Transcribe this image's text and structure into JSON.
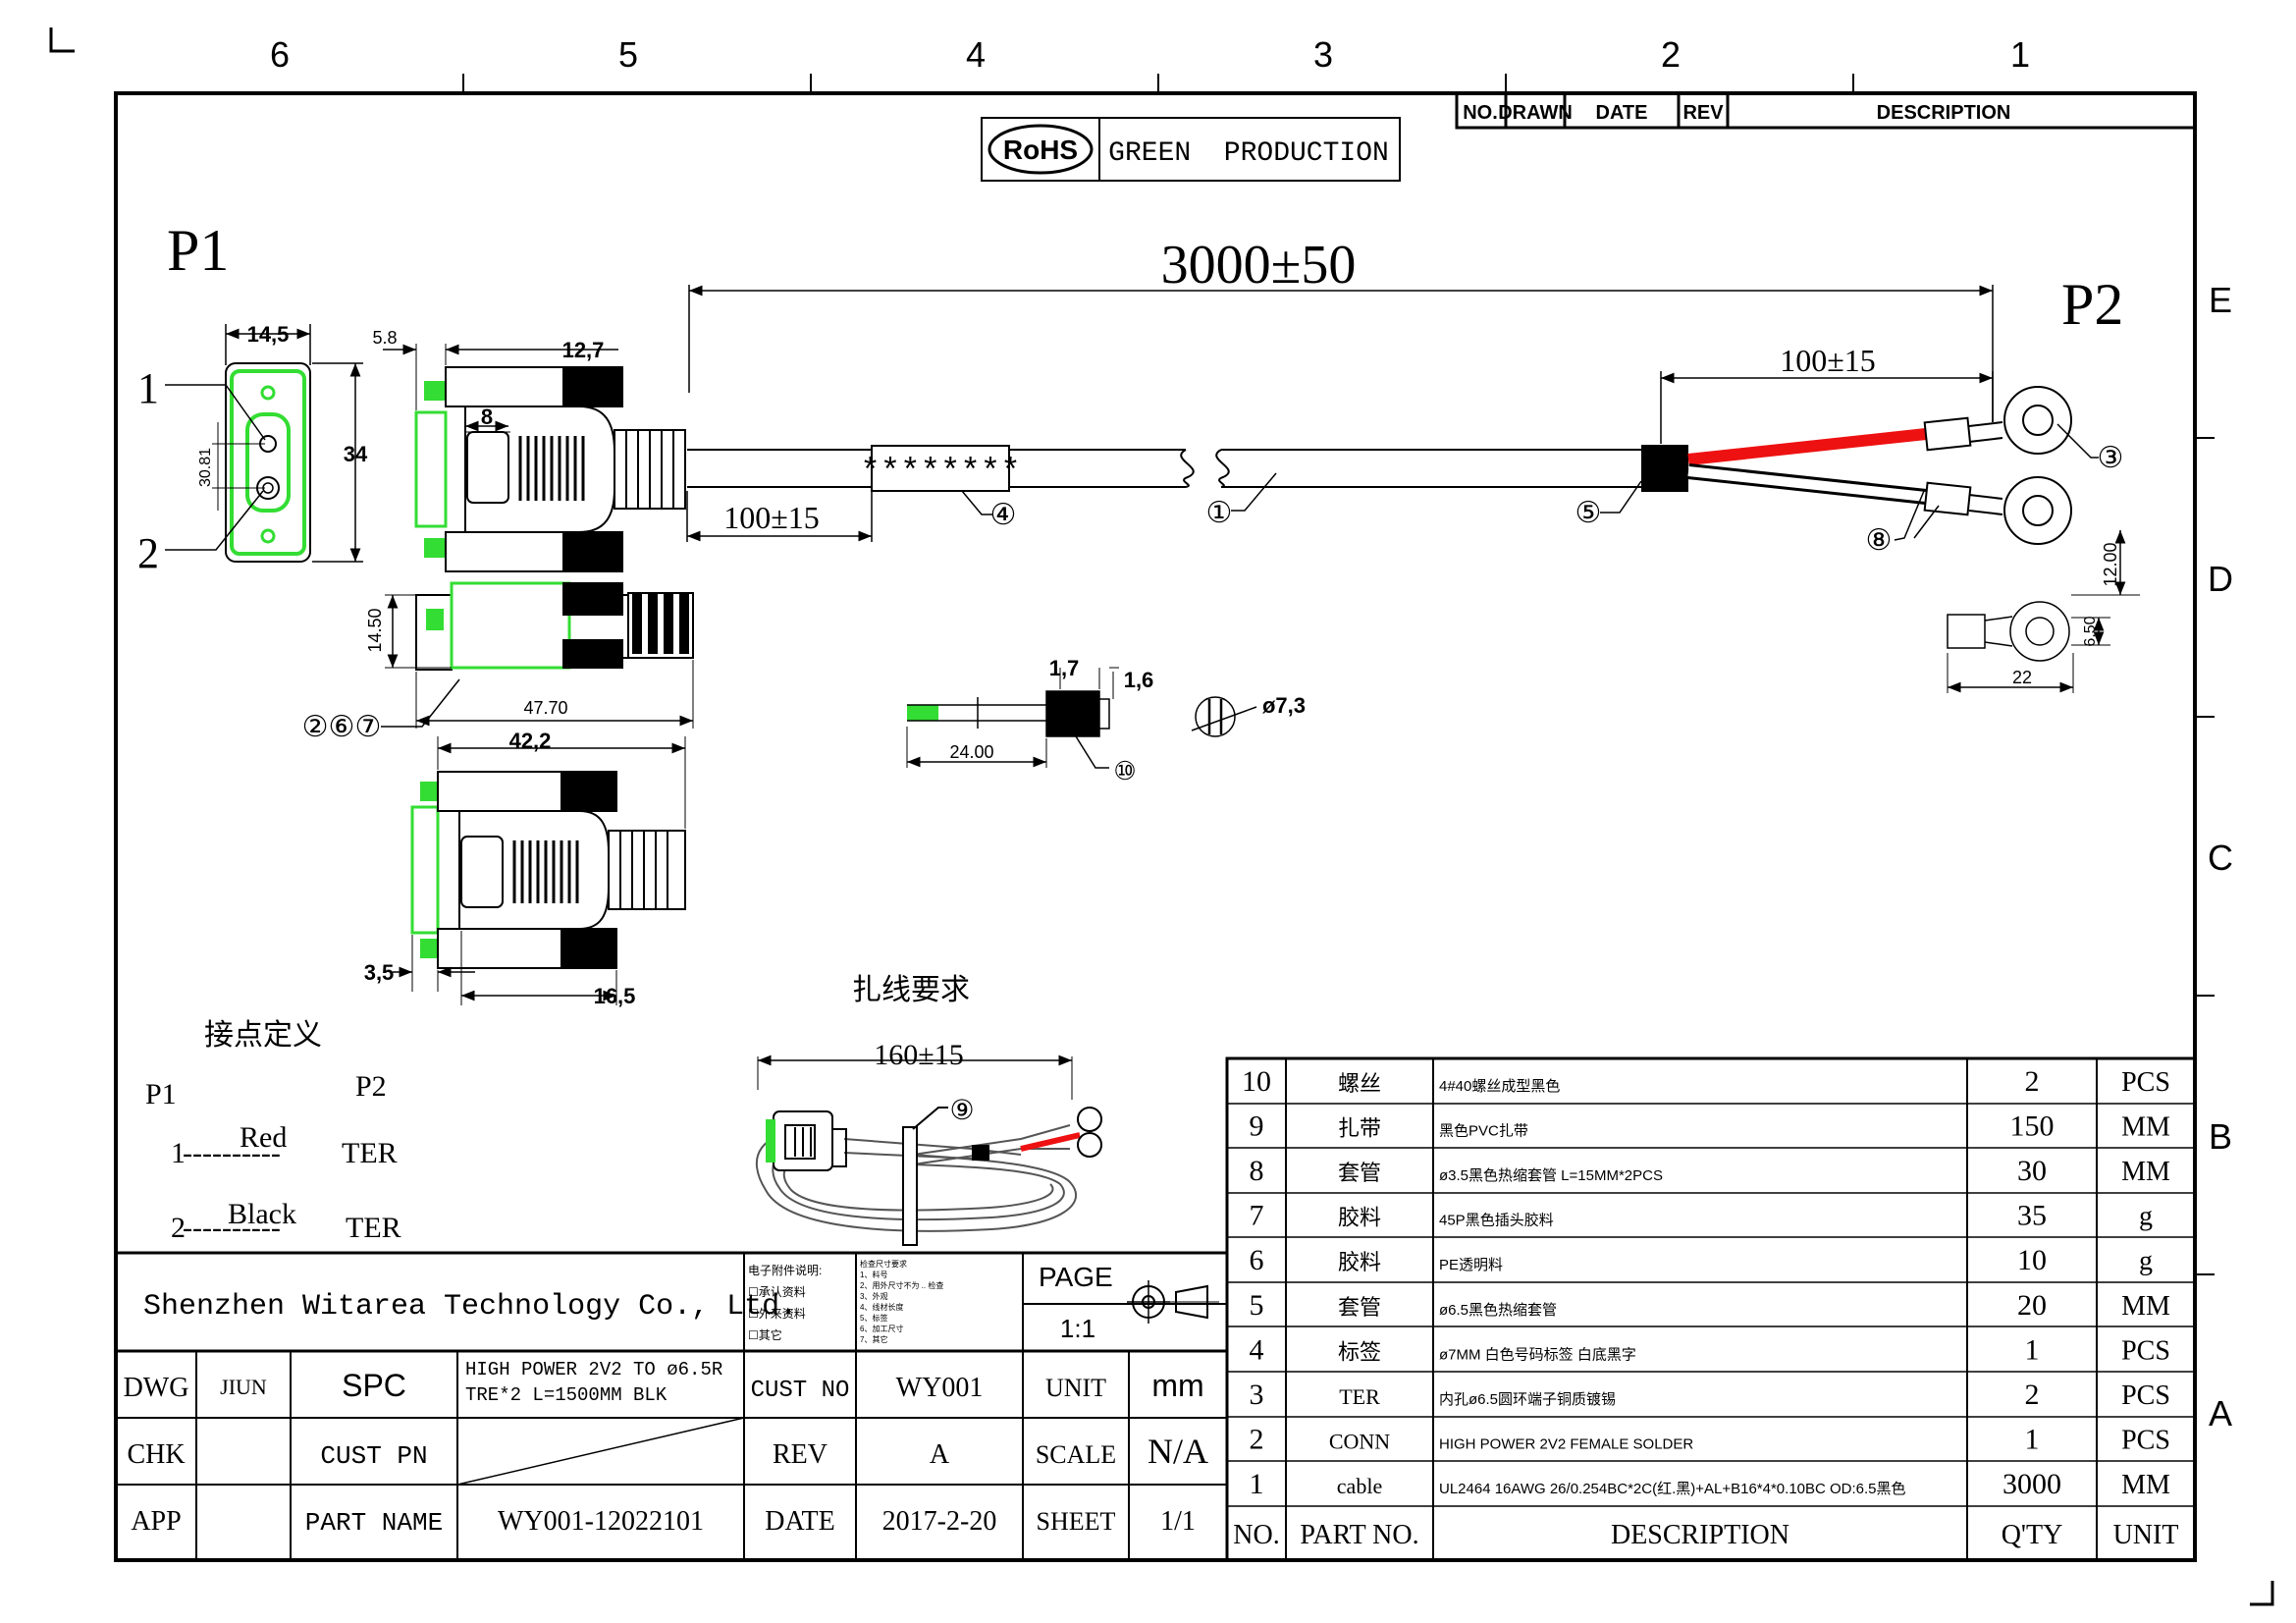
{
  "frame": {
    "zones_top": [
      "6",
      "5",
      "4",
      "3",
      "2",
      "1"
    ],
    "zones_right": [
      "E",
      "D",
      "C",
      "B",
      "A"
    ]
  },
  "revision_header": {
    "no": "NO.",
    "drawn": "DRAWN",
    "date": "DATE",
    "rev": "REV",
    "description": "DESCRIPTION"
  },
  "rohs": {
    "logo": "RoHS",
    "text": "GREEN  PRODUCTION"
  },
  "connectors": {
    "p1": "P1",
    "p2": "P2"
  },
  "dimensions": {
    "overall": "3000±50",
    "lead": "100±15",
    "p1_start": "100±15",
    "w_14_5": "14,5",
    "h_34": "34",
    "pitch": "30.81",
    "d_5_8": "5.8",
    "d_12_7": "12,7",
    "d_8": "8",
    "h_14_50": "14.50",
    "len_47_70": "47.70",
    "len_42_2": "42,2",
    "d_3_5": "3,5",
    "d_16_5": "16,5",
    "screw_1_7": "1,7",
    "screw_1_6": "1,6",
    "screw_24": "24.00",
    "cable_dia": "ø7,3",
    "lug_22": "22",
    "lug_12": "12.00",
    "lug_6_5": "6.50"
  },
  "pins": {
    "pin1": "1",
    "pin2": "2"
  },
  "callouts": {
    "c267": "②⑥⑦",
    "c1": "①",
    "c3": "③",
    "c4": "④",
    "c5": "⑤",
    "c8": "⑧",
    "c9": "⑨",
    "c10": "⑩"
  },
  "label_sleeve": "********",
  "binding": {
    "title": "扎线要求",
    "length": "160±15"
  },
  "pinout": {
    "title": "接点定义",
    "p1": "P1",
    "p2": "P2",
    "row1": {
      "pin": "1",
      "dash": "----------",
      "color": "Red",
      "end": "TER"
    },
    "row2": {
      "pin": "2",
      "dash": "----------",
      "color": "Black",
      "end": "TER"
    }
  },
  "title_block": {
    "company": "Shenzhen Witarea Technology Co., Ltd.",
    "notes_left": [
      "电子附件说明:",
      "☐承认资料",
      "☐外来资料",
      "☐其它"
    ],
    "notes_right": [
      "检查尺寸要求",
      "1、料号",
      "2、用外尺寸不为 .. 检查",
      "3、外观",
      "4、线材长度",
      "5、标签",
      "6、加工尺寸",
      "7、其它"
    ],
    "page_label": "PAGE",
    "page_value": "1:1",
    "dwg": "DWG",
    "drawn_by": "JIUN",
    "spc": "SPC",
    "title_desc": "HIGH POWER 2V2 TO ø6.5R TRE*2 L=1500MM BLK",
    "cust_no_label": "CUST NO",
    "cust_no": "WY001",
    "unit_label": "UNIT",
    "unit": "mm",
    "chk": "CHK",
    "cust_pn": "CUST PN",
    "rev_label": "REV",
    "rev": "A",
    "scale_label": "SCALE",
    "scale": "N/A",
    "app": "APP",
    "part_name_label": "PART NAME",
    "part_name": "WY001-12022101",
    "date_label": "DATE",
    "date": "2017-2-20",
    "sheet_label": "SHEET",
    "sheet": "1/1"
  },
  "bom": {
    "rows": [
      {
        "no": "10",
        "part": "螺丝",
        "desc": "4#40螺丝成型黑色",
        "qty": "2",
        "unit": "PCS"
      },
      {
        "no": "9",
        "part": "扎带",
        "desc": "黑色PVC扎带",
        "qty": "150",
        "unit": "MM"
      },
      {
        "no": "8",
        "part": "套管",
        "desc": "ø3.5黑色热缩套管 L=15MM*2PCS",
        "qty": "30",
        "unit": "MM"
      },
      {
        "no": "7",
        "part": "胶料",
        "desc": "45P黑色插头胶料",
        "qty": "35",
        "unit": "g"
      },
      {
        "no": "6",
        "part": "胶料",
        "desc": "PE透明料",
        "qty": "10",
        "unit": "g"
      },
      {
        "no": "5",
        "part": "套管",
        "desc": "ø6.5黑色热缩套管",
        "qty": "20",
        "unit": "MM"
      },
      {
        "no": "4",
        "part": "标签",
        "desc": "ø7MM 白色号码标签 白底黑字",
        "qty": "1",
        "unit": "PCS"
      },
      {
        "no": "3",
        "part": "TER",
        "desc": "内孔ø6.5圆环端子铜质镀锡",
        "qty": "2",
        "unit": "PCS"
      },
      {
        "no": "2",
        "part": "CONN",
        "desc": "HIGH POWER 2V2 FEMALE SOLDER",
        "qty": "1",
        "unit": "PCS"
      },
      {
        "no": "1",
        "part": "cable",
        "desc": "UL2464 16AWG 26/0.254BC*2C(红.黑)+AL+B16*4*0.10BC OD:6.5黑色",
        "qty": "3000",
        "unit": "MM"
      }
    ],
    "header": {
      "no": "NO.",
      "part": "PART NO.",
      "desc": "DESCRIPTION",
      "qty": "Q'TY",
      "unit": "UNIT"
    }
  },
  "colors": {
    "green": "#33dd33",
    "red": "#ee1111",
    "black": "#000000"
  }
}
